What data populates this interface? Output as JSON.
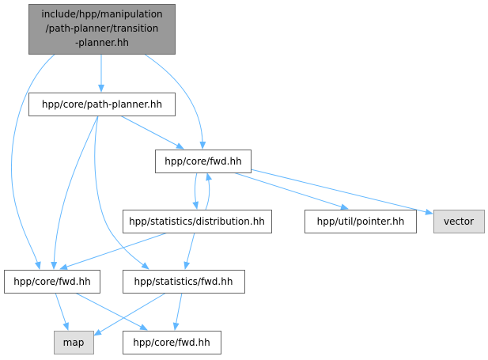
{
  "graph": {
    "root": {
      "lines": [
        "include/hpp/manipulation",
        "/path-planner/transition",
        "-planner.hh"
      ]
    },
    "nodes": {
      "path_planner": "hpp/core/path-planner.hh",
      "core_fwd_mid": "hpp/core/fwd.hh",
      "distribution": "hpp/statistics/distribution.hh",
      "pointer": "hpp/util/pointer.hh",
      "vector": "vector",
      "core_fwd_left": "hpp/core/fwd.hh",
      "statistics_fwd": "hpp/statistics/fwd.hh",
      "map": "map",
      "core_fwd_bottom": "hpp/core/fwd.hh"
    },
    "edges": [
      [
        "root",
        "path_planner"
      ],
      [
        "root",
        "core_fwd_left"
      ],
      [
        "root",
        "core_fwd_mid"
      ],
      [
        "path_planner",
        "core_fwd_mid"
      ],
      [
        "path_planner",
        "core_fwd_left"
      ],
      [
        "path_planner",
        "statistics_fwd"
      ],
      [
        "core_fwd_mid",
        "distribution"
      ],
      [
        "distribution",
        "core_fwd_mid"
      ],
      [
        "core_fwd_mid",
        "pointer"
      ],
      [
        "core_fwd_mid",
        "vector"
      ],
      [
        "distribution",
        "core_fwd_left"
      ],
      [
        "distribution",
        "statistics_fwd"
      ],
      [
        "core_fwd_left",
        "map"
      ],
      [
        "core_fwd_left",
        "core_fwd_bottom"
      ],
      [
        "statistics_fwd",
        "map"
      ],
      [
        "statistics_fwd",
        "core_fwd_bottom"
      ]
    ],
    "colors": {
      "edge": "#63b8ff",
      "root_fill": "#999999",
      "external_fill": "#e0e0e0"
    }
  }
}
